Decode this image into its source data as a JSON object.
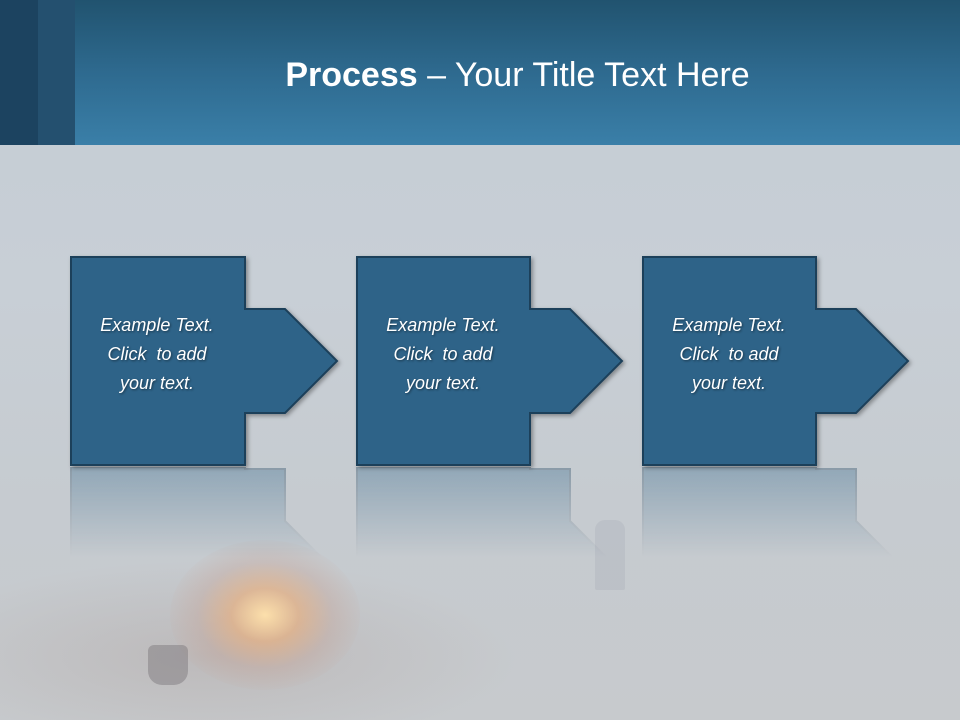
{
  "title": {
    "bold": "Process",
    "rest": " – Your Title Text Here"
  },
  "steps": [
    {
      "line1": "Example Text.",
      "line2": "Click  to add",
      "line3": "your text."
    },
    {
      "line1": "Example Text.",
      "line2": "Click  to add",
      "line3": "your text."
    },
    {
      "line1": "Example Text.",
      "line2": "Click  to add",
      "line3": "your text."
    }
  ],
  "colors": {
    "header": "#2e6a8f",
    "step_fill": "#2f6488",
    "step_stroke": "#1b3f5a"
  }
}
